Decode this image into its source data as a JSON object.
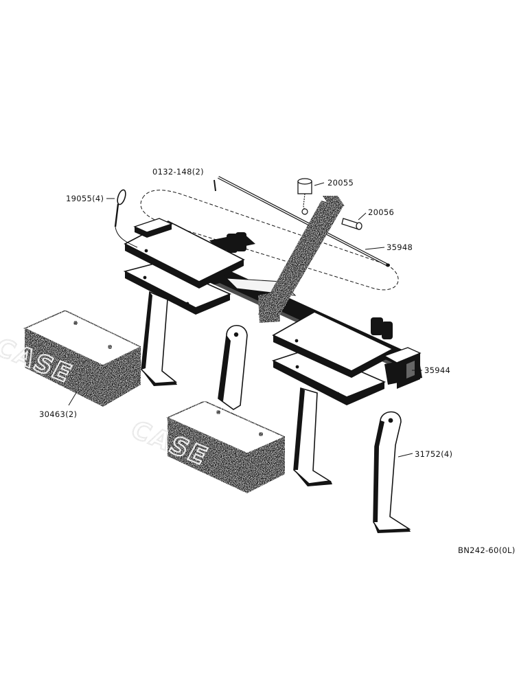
{
  "diagram": {
    "drawing_number": "BN242-60(0L)",
    "weight_logo_text": "CASE",
    "parts": [
      {
        "id": "part-0132-148",
        "label": "0132-148(2)"
      },
      {
        "id": "part-20055",
        "label": "20055"
      },
      {
        "id": "part-19055",
        "label": "19055(4)"
      },
      {
        "id": "part-20056",
        "label": "20056"
      },
      {
        "id": "part-35948",
        "label": "35948"
      },
      {
        "id": "part-35944",
        "label": "35944"
      },
      {
        "id": "part-30463",
        "label": "30463(2)"
      },
      {
        "id": "part-31752",
        "label": "31752(4)"
      }
    ]
  },
  "colors": {
    "ink": "#141414",
    "paper": "#ffffff"
  }
}
